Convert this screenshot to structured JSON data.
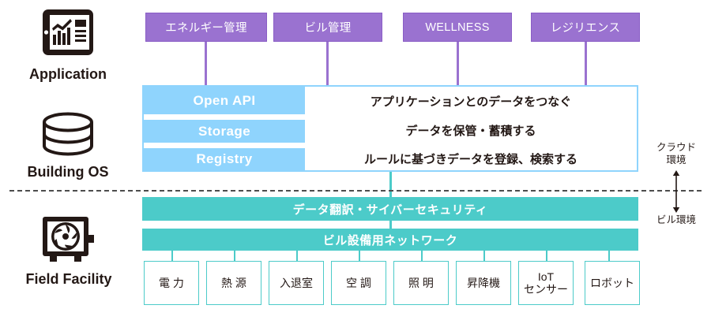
{
  "diagram": {
    "title": "Building OS architecture layers",
    "colors": {
      "application": "#9a72d0",
      "building_os": "#8fd4fd",
      "field_facility": "#4ccbc9",
      "text_dark": "#231815",
      "background": "#ffffff"
    }
  },
  "rail": {
    "items": [
      {
        "label": "Application",
        "icon": "tablet-chart-icon"
      },
      {
        "label": "Building OS",
        "icon": "database-cylinder-icon"
      },
      {
        "label": "Field Facility",
        "icon": "hvac-fan-unit-icon"
      }
    ]
  },
  "application": {
    "boxes": [
      {
        "label": "エネルギー管理"
      },
      {
        "label": "ビル管理"
      },
      {
        "label": "WELLNESS"
      },
      {
        "label": "レジリエンス"
      }
    ]
  },
  "building_os": {
    "rows": [
      {
        "key": "Open API",
        "description": "アプリケーションとのデータをつなぐ"
      },
      {
        "key": "Storage",
        "description": "データを保管・蓄積する"
      },
      {
        "key": "Registry",
        "description": "ルールに基づきデータを登録、検索する"
      }
    ]
  },
  "field_facility": {
    "bars": [
      {
        "label": "データ翻訳・サイバーセキュリティ"
      },
      {
        "label": "ビル設備用ネットワーク"
      }
    ],
    "boxes": [
      {
        "label": "電 力"
      },
      {
        "label": "熱 源"
      },
      {
        "label": "入退室"
      },
      {
        "label": "空 調"
      },
      {
        "label": "照 明"
      },
      {
        "label": "昇降機"
      },
      {
        "label": "IoT\nセンサー"
      },
      {
        "label": "ロボット"
      }
    ]
  },
  "environments": {
    "cloud": "クラウド\n環境",
    "building": "ビル環境",
    "arrow_icon": "double-headed-vertical-arrow-icon"
  }
}
